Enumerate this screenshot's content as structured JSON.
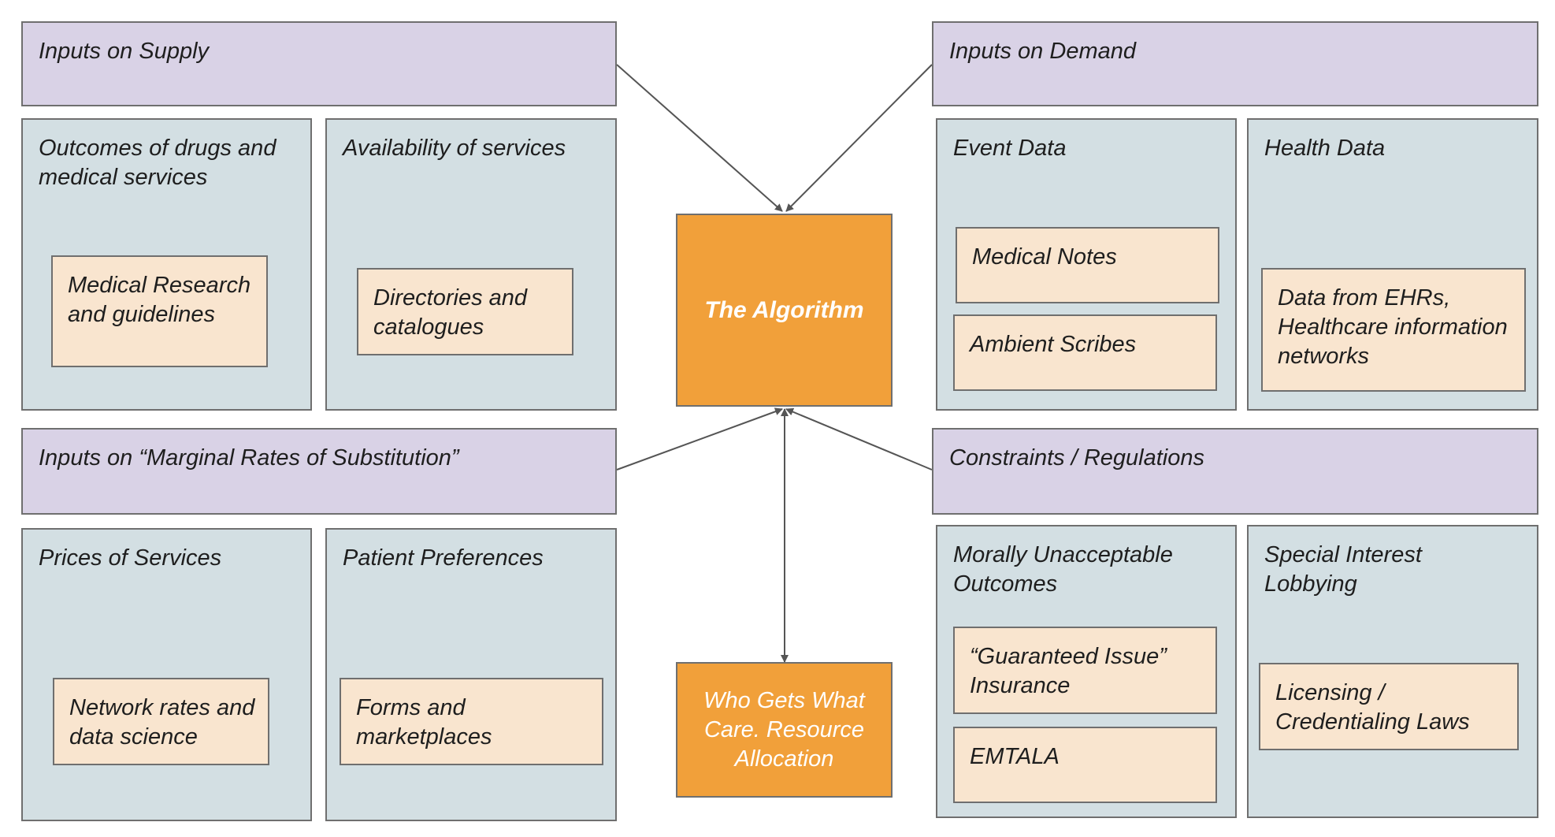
{
  "supply": {
    "header": "Inputs on Supply",
    "outcomes": {
      "title": "Outcomes of drugs and medical services",
      "item": "Medical Research and guidelines"
    },
    "availability": {
      "title": "Availability of services",
      "item": "Directories and catalogues"
    }
  },
  "demand": {
    "header": "Inputs on Demand",
    "event": {
      "title": "Event Data",
      "items": [
        "Medical Notes",
        "Ambient Scribes"
      ]
    },
    "health": {
      "title": "Health Data",
      "item": "Data from EHRs, Healthcare information networks"
    }
  },
  "mrs": {
    "header": "Inputs on “Marginal Rates of Substitution”",
    "prices": {
      "title": "Prices of Services",
      "item": "Network rates and data science"
    },
    "preferences": {
      "title": "Patient Preferences",
      "item": "Forms and marketplaces"
    }
  },
  "constraints": {
    "header": "Constraints / Regulations",
    "moral": {
      "title": "Morally Unacceptable Outcomes",
      "items": [
        "“Guaranteed Issue” Insurance",
        "EMTALA"
      ]
    },
    "lobbying": {
      "title": "Special Interest Lobbying",
      "item": "Licensing / Credentialing Laws"
    }
  },
  "center": {
    "algorithm": "The Algorithm",
    "allocation": "Who Gets What Care. Resource Allocation"
  },
  "colors": {
    "header": "#d9d2e6",
    "panel": "#d3dfe3",
    "item": "#f9e5cf",
    "center": "#f1a03a",
    "arrow": "#555555"
  }
}
